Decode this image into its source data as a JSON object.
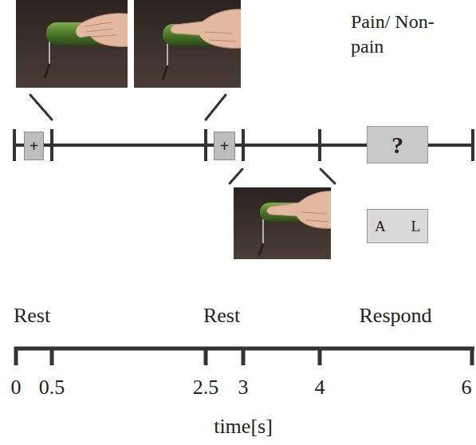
{
  "diagram": {
    "nodes": [
      {
        "text": [
          "+"
        ]
      },
      {
        "text": [
          "+"
        ]
      },
      {
        "text": [
          "?"
        ]
      },
      {
        "text": [
          "A",
          "L"
        ]
      }
    ],
    "labels": [
      "Pain/ Non-pain",
      "Rest",
      "Rest",
      "Respond",
      "0",
      "0.5",
      "2.5",
      "3",
      "4",
      "6",
      "time[s]"
    ]
  }
}
